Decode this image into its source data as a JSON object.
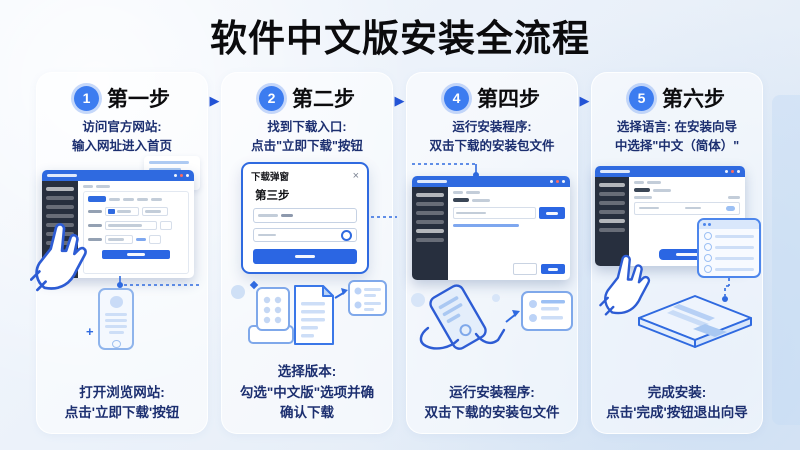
{
  "page": {
    "title": "软件中文版安装全流程"
  },
  "ui": {
    "arrow_glyph": "▶",
    "plus_glyph": "+",
    "close_glyph": "×"
  },
  "colors": {
    "accent": "#2f6ae0",
    "badge": "#3c7cf0",
    "text_dark": "#1c2f70",
    "titlebar": "#2f6ae0",
    "sidebar": "#272f3e",
    "illustration_stroke": "#2d5cd4"
  },
  "steps": [
    {
      "badge": "1",
      "label": "第一步",
      "desc": [
        "访问官方网站:",
        "输入网址进入首页"
      ],
      "caption": [
        "打开浏览网站:",
        "点击'立即下载'按钮"
      ]
    },
    {
      "badge": "2",
      "label": "第二步",
      "desc": [
        "找到下载入口:",
        "点击\"立即下载\"按钮"
      ],
      "caption": [
        "选择版本:",
        "勾选\"中文版\"选项并确",
        "确认下载"
      ]
    },
    {
      "badge": "4",
      "label": "第四步",
      "desc": [
        "运行安装程序:",
        "双击下载的安装包文件"
      ],
      "caption": [
        "运行安装程序:",
        "双击下载的安装包文件"
      ]
    },
    {
      "badge": "5",
      "label": "第六步",
      "desc": [
        "选择语言: 在安装向导",
        "中选择\"中文（简体）\""
      ],
      "caption": [
        "完成安装:",
        "点击'完成'按钮退出向导"
      ]
    }
  ],
  "popup": {
    "title": "下载弹窗",
    "heading": "第三步"
  }
}
